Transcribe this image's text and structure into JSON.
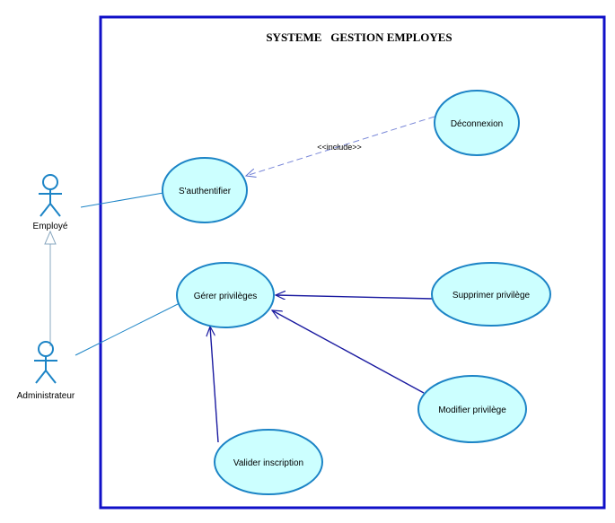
{
  "system": {
    "title": "SYSTEME   GESTION EMPLOYES"
  },
  "actors": {
    "employe": "Employé",
    "administrateur": "Administrateur"
  },
  "use_cases": {
    "sauthentifier": "S'authentifier",
    "deconnexion": "Déconnexion",
    "gerer_privileges": "Gérer privilèges",
    "supprimer_privilege": "Supprimer privilège",
    "modifier_privilege": "Modifier privilège",
    "valider_inscription": "Valider inscription"
  },
  "relations": {
    "include_label": "<<include>>"
  },
  "colors": {
    "system_border": "#1010c8",
    "use_case_fill": "#ccffff",
    "use_case_stroke": "#1c84c6",
    "dependency": "#1a1aa0"
  }
}
